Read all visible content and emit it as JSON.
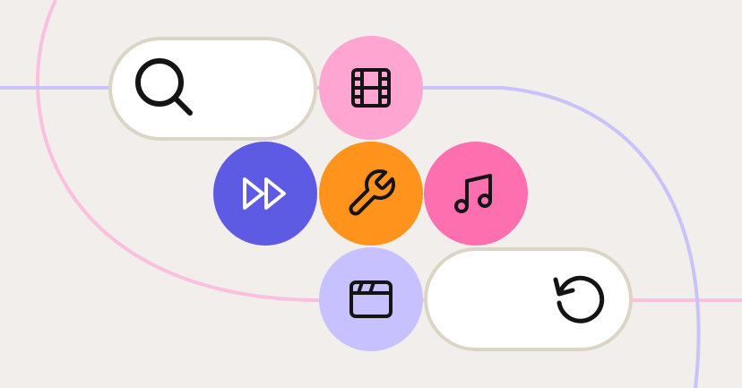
{
  "colors": {
    "background": "#f2eeeb",
    "line_pink": "#fdbfe0",
    "line_lavender": "#c9c2fb",
    "pill_border": "#dcd5c5",
    "film_circle": "#fea5d2",
    "fast_forward_circle": "#5d5ae3",
    "wrench_circle": "#ff931b",
    "music_circle": "#fe6faf",
    "video_circle": "#c7c2ff",
    "icon_dark": "#141414",
    "icon_light": "#ffffff"
  },
  "buttons": [
    {
      "name": "search-button",
      "icon": "search-icon"
    },
    {
      "name": "film-button",
      "icon": "film-strip-icon"
    },
    {
      "name": "fast-forward-button",
      "icon": "fast-forward-icon"
    },
    {
      "name": "settings-button",
      "icon": "wrench-icon"
    },
    {
      "name": "music-button",
      "icon": "music-note-icon"
    },
    {
      "name": "video-player-button",
      "icon": "video-window-icon"
    },
    {
      "name": "replay-button",
      "icon": "rotate-ccw-icon"
    }
  ]
}
